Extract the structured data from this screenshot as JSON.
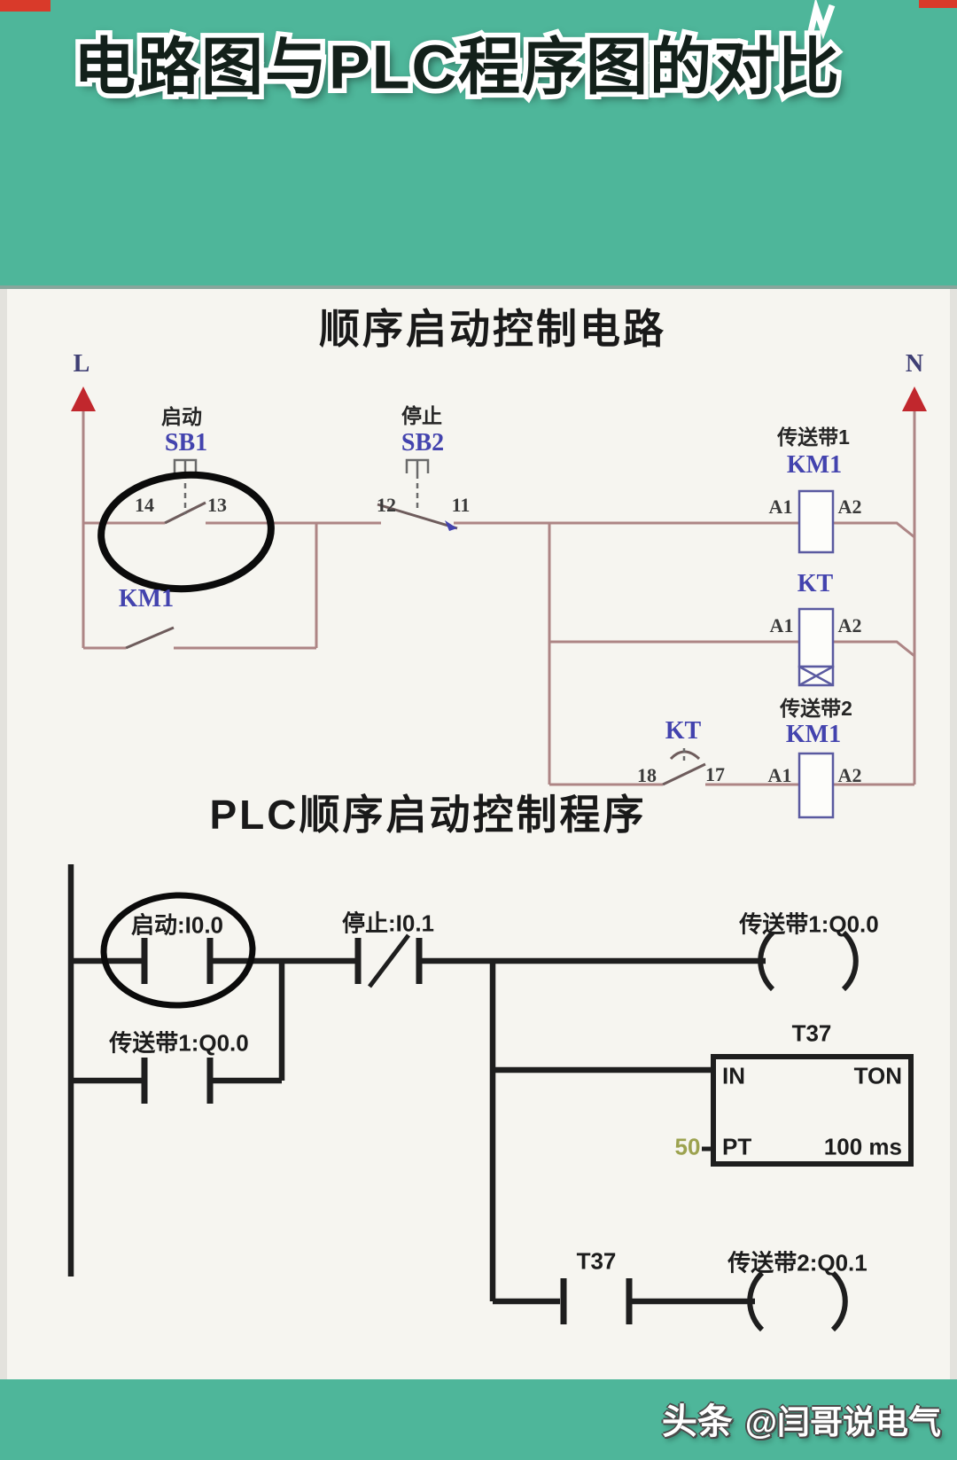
{
  "header": {
    "title": "电路图与PLC程序图的对比"
  },
  "circuit": {
    "title": "顺序启动控制电路",
    "left_rail_label": "L",
    "right_rail_label": "N",
    "start": {
      "name": "启动",
      "id": "SB1",
      "t_left": "14",
      "t_right": "13"
    },
    "stop": {
      "name": "停止",
      "id": "SB2",
      "t_left": "12",
      "t_right": "11"
    },
    "seal": {
      "id": "KM1"
    },
    "coil1": {
      "name": "传送带1",
      "id": "KM1",
      "a1": "A1",
      "a2": "A2"
    },
    "kt_coil": {
      "id": "KT",
      "a1": "A1",
      "a2": "A2"
    },
    "kt_contact": {
      "id": "KT",
      "t_left": "18",
      "t_right": "17"
    },
    "coil2": {
      "name": "传送带2",
      "id": "KM1",
      "a1": "A1",
      "a2": "A2"
    }
  },
  "plc": {
    "title": "PLC顺序启动控制程序",
    "start_contact": "启动:I0.0",
    "stop_contact": "停止:I0.1",
    "seal_contact": "传送带1:Q0.0",
    "coil1": "传送带1:Q0.0",
    "timer": {
      "name": "T37",
      "in": "IN",
      "type": "TON",
      "pt": "PT",
      "preset": "50",
      "base": "100 ms"
    },
    "timer_contact": "T37",
    "coil2": "传送带2:Q0.1"
  },
  "watermark": {
    "platform": "头条",
    "handle": "@闫哥说电气"
  }
}
